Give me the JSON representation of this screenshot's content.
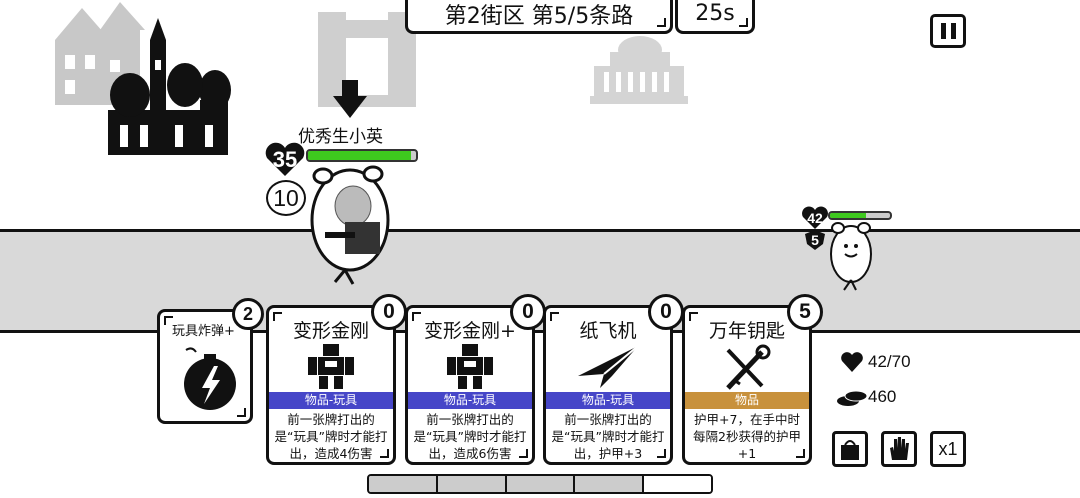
{
  "header": {
    "stage": "第2街区 第5/5条路",
    "timer": "25s"
  },
  "target": {
    "name": "优秀生小英",
    "hp": "35",
    "armor": "10",
    "hp_fraction": 0.95
  },
  "enemy2": {
    "hp": "42",
    "armor": "5",
    "hp_fraction": 0.6
  },
  "pile": {
    "name": "玩具炸弹+",
    "count": "2"
  },
  "cards": [
    {
      "title": "变形金刚",
      "cost": "0",
      "type": "物品-玩具",
      "desc": "前一张牌打出的是“玩具”牌时才能打出，造成4伤害",
      "type_color": "#4646c8",
      "icon": "robot-icon"
    },
    {
      "title": "变形金刚+",
      "cost": "0",
      "type": "物品-玩具",
      "desc": "前一张牌打出的是“玩具”牌时才能打出，造成6伤害",
      "type_color": "#4646c8",
      "icon": "robot-icon"
    },
    {
      "title": "纸飞机",
      "cost": "0",
      "type": "物品-玩具",
      "desc": "前一张牌打出的是“玩具”牌时才能打出，护甲+3",
      "type_color": "#4646c8",
      "icon": "paper-plane-icon"
    },
    {
      "title": "万年钥匙",
      "cost": "5",
      "type": "物品",
      "desc": "护甲+7，在手中时每隔2秒获得的护甲+1",
      "type_color": "#c8913c",
      "icon": "key-icon"
    }
  ],
  "player": {
    "hp": "42/70",
    "coins": "460"
  },
  "controls": {
    "speed": "x1"
  },
  "energy": {
    "segments": 5,
    "filled": 4
  }
}
